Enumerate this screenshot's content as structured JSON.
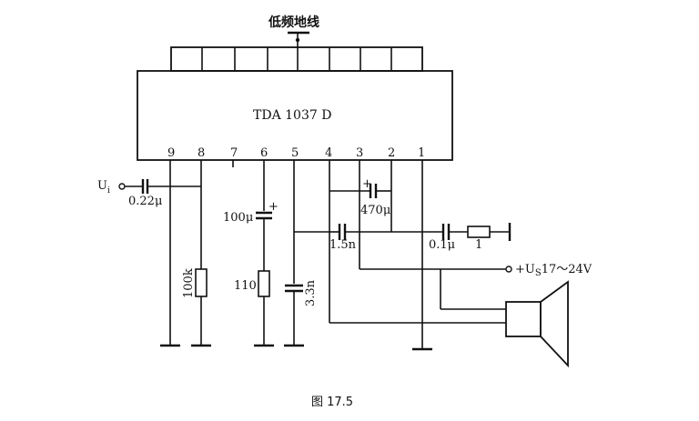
{
  "top_label": "低频地线",
  "ic": {
    "name": "TDA 1037 D"
  },
  "pins": [
    "9",
    "8",
    "7",
    "6",
    "5",
    "4",
    "3",
    "2",
    "1"
  ],
  "input_label": "U",
  "input_sub": "i",
  "components": {
    "c_in": "0.22μ",
    "c_100u": "100μ",
    "r_100k": "100k",
    "r_110": "110",
    "c_3n3": "3.3n",
    "c_470u": "470μ",
    "c_1n5": "1.5n",
    "c_0u1": "0.1μ",
    "r_1": "1"
  },
  "supply_prefix": "+U",
  "supply_sub": "S",
  "supply_value": "17～24V",
  "caption": "图 17.5",
  "polarity_mark": "+"
}
